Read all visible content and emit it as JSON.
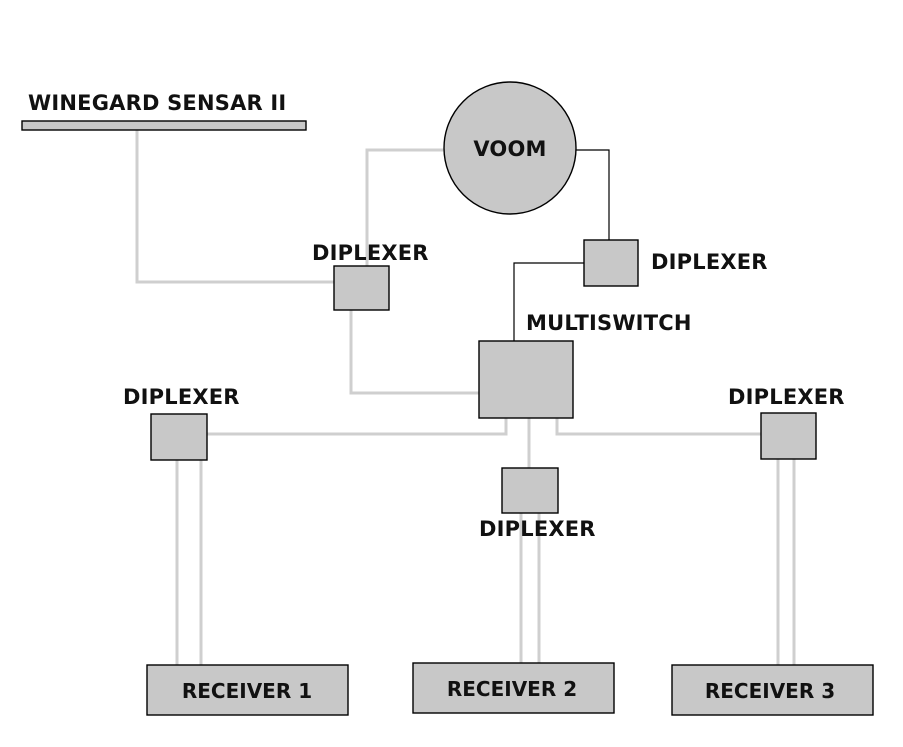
{
  "colors": {
    "box_fill": "#c8c8c8",
    "wire": "#cfcfcf",
    "thin_wire": "#000000"
  },
  "antenna": {
    "label": "WINEGARD SENSAR II"
  },
  "satellite": {
    "label": "VOOM"
  },
  "multiswitch": {
    "label": "MULTISWITCH"
  },
  "diplexers": {
    "d1": "DIPLEXER",
    "d2": "DIPLEXER",
    "d3": "DIPLEXER",
    "d4": "DIPLEXER",
    "d5": "DIPLEXER"
  },
  "receivers": {
    "r1": "RECEIVER 1",
    "r2": "RECEIVER 2",
    "r3": "RECEIVER 3"
  }
}
